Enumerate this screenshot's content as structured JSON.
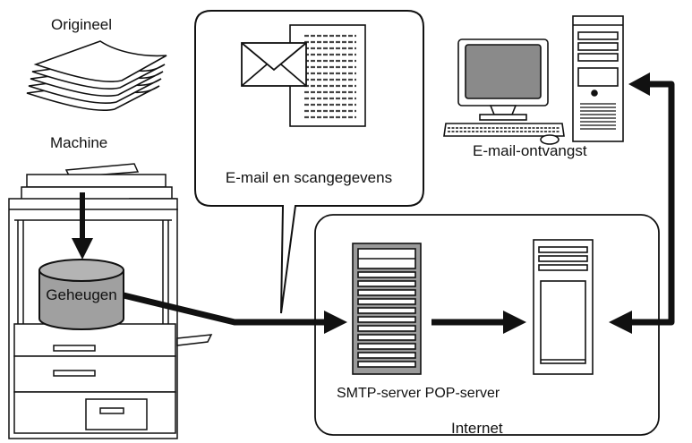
{
  "labels": {
    "original": "Origineel",
    "machine": "Machine",
    "memory": "Geheugen",
    "bubble": "E-mail en scangegevens",
    "receiver": "E-mail-ontvangst",
    "servers": "SMTP-server POP-server",
    "internet": "Internet"
  },
  "colors": {
    "line": "#111111",
    "memory_fill": "#a0a0a0",
    "server_gray": "#9a9a9a",
    "monitor_screen": "#8a8a8a",
    "background": "#ffffff"
  },
  "icons": [
    "paper-stack-icon",
    "copier-machine-icon",
    "memory-cylinder-icon",
    "envelope-icon",
    "document-icon",
    "computer-icon",
    "smtp-server-icon",
    "pop-server-icon"
  ]
}
